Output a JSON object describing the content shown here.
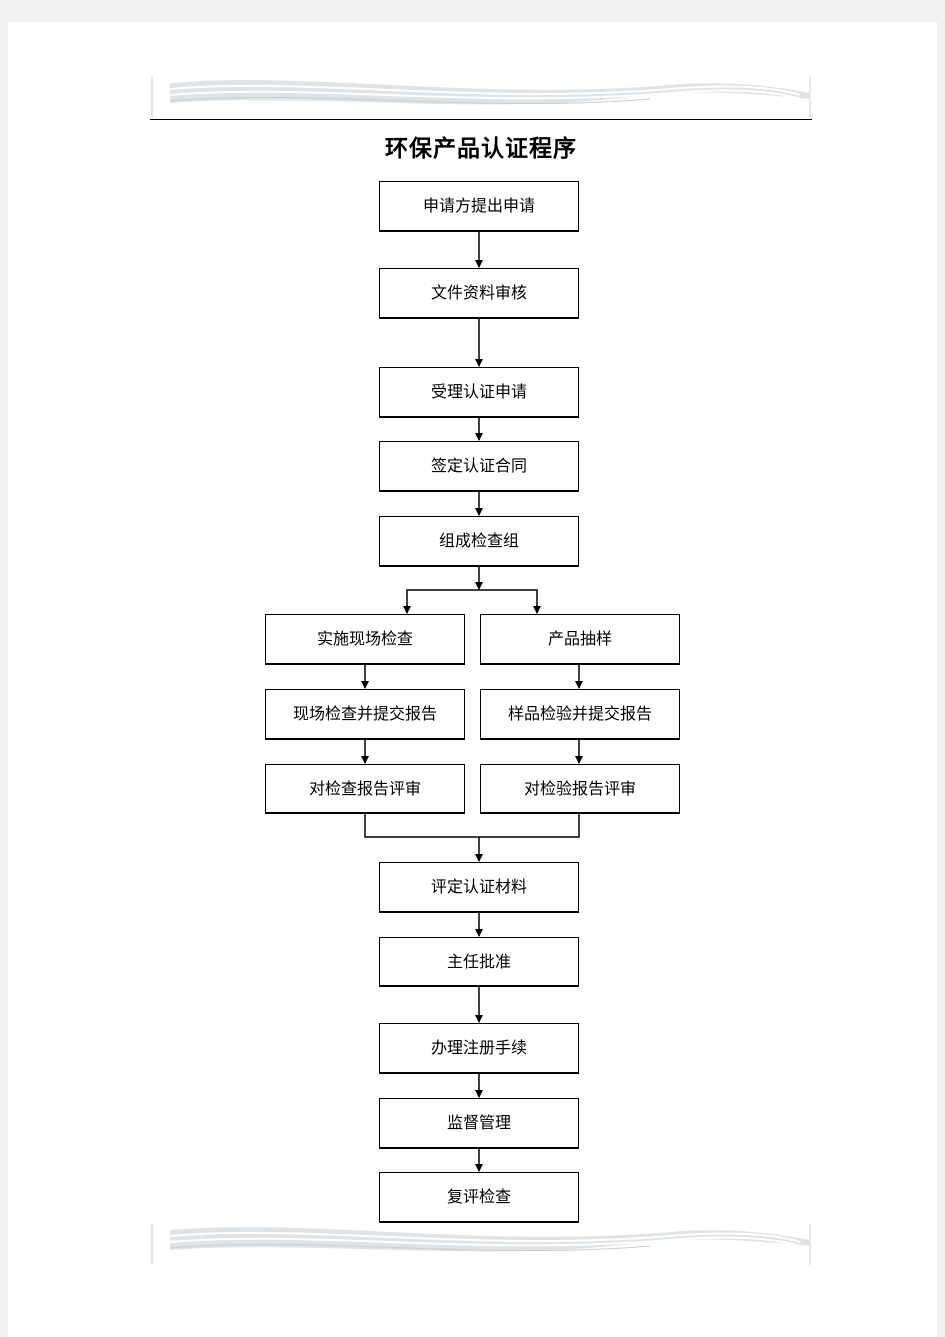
{
  "document": {
    "title": "环保产品认证程序"
  },
  "flowchart": {
    "steps": {
      "s1": "申请方提出申请",
      "s2": "文件资料审核",
      "s3": "受理认证申请",
      "s4": "签定认证合同",
      "s5": "组成检查组",
      "s6a": "实施现场检查",
      "s6b": "产品抽样",
      "s7a": "现场检查并提交报告",
      "s7b": "样品检验并提交报告",
      "s8a": "对检查报告评审",
      "s8b": "对检验报告评审",
      "s9": "评定认证材料",
      "s10": "主任批准",
      "s11": "办理注册手续",
      "s12": "监督管理",
      "s13": "复评检查"
    }
  }
}
